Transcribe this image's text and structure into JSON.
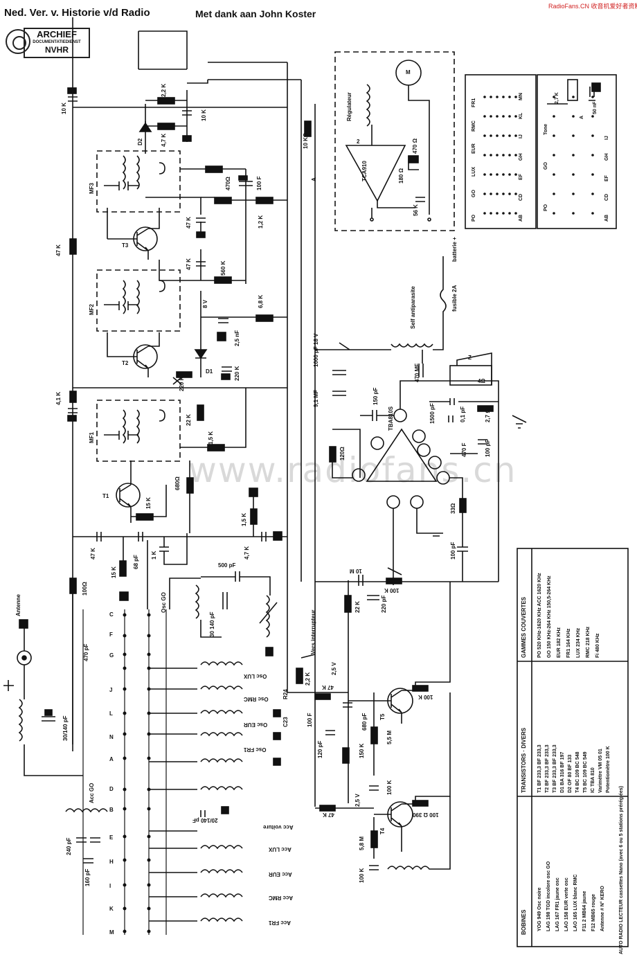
{
  "header": {
    "left": "Ned. Ver. v. Historie v/d Radio",
    "center": "Met dank aan John Koster",
    "right": "RadioFans.CN 收音机爱好者资料库"
  },
  "stamp": {
    "line1": "ARCHIEF",
    "line2": "DOCUMENTATIEDIENST",
    "line3": "NVHR"
  },
  "watermark": "www.radiofans.cn",
  "labels": {
    "rf_section": {
      "t1": "T1",
      "t2": "T2",
      "t3": "T3",
      "mf1": "MF1",
      "mf2": "MF2",
      "mf3": "MF3",
      "d1": "D1",
      "d2": "D2",
      "r_47k": "47 K",
      "r_41k": "4,1 K",
      "r_10k_top": "10 K",
      "r_22k": "2,2 K",
      "c_10k": "10 K",
      "r_47k_b": "4,7 K",
      "r_470": "470Ω",
      "c_100f": "100 F",
      "r_12k": "1,2 K",
      "c_47k_a": "47 K",
      "c_47k_b": "47 K",
      "r_560k": "560 K",
      "v_8v": "8 V",
      "c_25nf": "2,5 nF",
      "r_68k": "6,8 K",
      "r_220k_a": "220 K",
      "r_220k_b": "220 K",
      "r_22k_b": "22 K",
      "r_15k_a": "1,5 K",
      "r_15k_b": "15 K",
      "r_680": "680Ω",
      "r_15k_c": "1,5 K",
      "c_47k_c": "4,7 K",
      "c_47k_d": "47 K",
      "r_1k": "1 K",
      "c_68pf": "68 pF",
      "r_100": "100Ω",
      "antenne": "Antenne",
      "c_30_140": "30/140 pF",
      "osc_go": "Osc GO",
      "c_500pf": "500 pF",
      "c_30_140b": "30 140 pF",
      "c_470pf": "470 pF",
      "acc_go": "Acc GO",
      "c_240pf": "240 pF",
      "c_160pf": "160 pF",
      "c_20_140": "20/140 pF",
      "r_10ko": "10 KΩ"
    },
    "osc_coils": [
      "Osc LUX",
      "Osc RMC",
      "Osc EUR",
      "Osc FR1"
    ],
    "acc_coils": [
      "Acc voiture",
      "Acc LUX",
      "Acc EUR",
      "Acc RMC",
      "Acc FR1"
    ],
    "switch_letters": [
      "C",
      "F",
      "G",
      "J",
      "L",
      "N",
      "A",
      "D",
      "B",
      "E",
      "H",
      "I",
      "K",
      "M"
    ],
    "lf_section": {
      "tba": "TBA810S",
      "tca": "TCA910",
      "regulateur": "Régulateur",
      "motor": "M",
      "c_1000": "1000 pF 18 V",
      "c_91": "9,1 MF",
      "c_470mf": "470 MF",
      "c_150": "150 pF",
      "c_1500": "1500 pF",
      "c_01": "0,1 pF",
      "r_27": "2,7 Ω",
      "speaker": "Z",
      "r_4ohm": "4Ω",
      "c_470f": "470 F",
      "c_100pf": "100 pF",
      "r_120": "120Ω",
      "r_33": "33Ω",
      "c_100pfb": "100 pF",
      "self": "Self antiparasite",
      "batterie": "batterie +",
      "fusible": "fusible 2A",
      "r_100k_vol": "100 K",
      "c_10m": "10 M",
      "c_220": "220 pF",
      "r_22k_lf": "22 K",
      "vers": "Vers interrupteur",
      "r_22k_b": "2,2 K",
      "v_25": "2,5 V",
      "r_24": "R24",
      "c_23": "C23",
      "r_47k": "47 K",
      "c_100f": "100 F",
      "c_680": "680 pF",
      "c_120": "120 pF",
      "r_150k": "150 K",
      "r_55m": "5,5 M",
      "t5": "T5",
      "r_100k": "100 K",
      "v_25b": "2,5 V",
      "r_47k_b": "47 K",
      "r_58m": "5,8 M",
      "t4": "T4",
      "r_100kb": "100 K",
      "r_100_390": "100 Ω 390",
      "r_180": "180 Ω",
      "c_56k": "56 K",
      "r_470b": "470 Ω",
      "r_15k_top": "15 K",
      "r_100k_top": "100 K",
      "mot_a": "A",
      "mot_b": "2"
    }
  },
  "band_table_1": {
    "rows": [
      [
        "PO",
        "GO",
        "LUX",
        "EUR",
        "RMC",
        "FR1"
      ],
      [
        "AB",
        "CD",
        "EF",
        "GH",
        "IJ",
        "KL",
        "MN"
      ]
    ]
  },
  "band_table_2": {
    "rows": [
      [
        "PO",
        "GO",
        "Tone"
      ],
      [
        "AB",
        "CD",
        "EF",
        "GH",
        "IJ"
      ],
      [
        "2,7 K",
        "50 nF",
        "A"
      ]
    ]
  },
  "table_gammes": {
    "title": "GAMMES COUVERTES",
    "rows": [
      [
        "PO",
        "520 KHz-1620 KHz ACC 1620",
        "KHz"
      ],
      [
        "GO",
        "150 KHz-264 KHz 150,5-264 KHz",
        ""
      ],
      [
        "EUR",
        "182 KHz",
        ""
      ],
      [
        "FR1",
        "164 KHz",
        ""
      ],
      [
        "LUX",
        "234 KHz",
        ""
      ],
      [
        "RMC",
        "218 KHz",
        ""
      ],
      [
        "Fi",
        "480 KHz",
        ""
      ]
    ]
  },
  "table_transistors": {
    "title": "TRANSISTORS · DIVERS",
    "rows": [
      "T1 BF 233,3 BF 233,3",
      "T2 BF 233,3 BF 233,3",
      "T3 BF 233,3 BF 233,3",
      "D1 BA 316 BF 197",
      "D2 OF 80 BF 133",
      "T4 BC 109 BC 548",
      "T5 BC 109 BC 549",
      "IC TBA 810",
      "Varimètre VM 05 01",
      "Potentiomètre 100 K"
    ]
  },
  "table_bobines": {
    "title": "BOBINES",
    "rows": [
      "YOG 949 Osc noire",
      "LAG 198 TGD incolore osc GO",
      "LAG 167 FR1 jaune osc",
      "LAO 158 EUR verte osc",
      "LAO 165 LUX blanc RMC",
      "F11 2 MB64 jaune",
      "F12 MB65 rouge",
      "Antenne # N° KERO"
    ]
  },
  "footer_side": "AUTO RADIO LECTEUR cassettes Nano (avec 6 ou 5 stations préréglées)"
}
